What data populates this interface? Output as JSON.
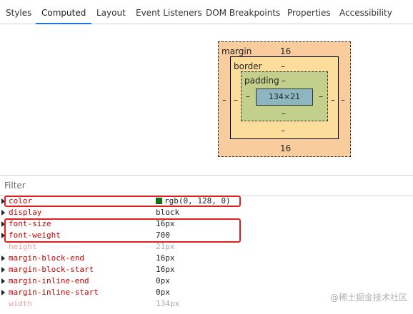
{
  "tabs": [
    {
      "label": "Styles",
      "active": false
    },
    {
      "label": "Computed",
      "active": true
    },
    {
      "label": "Layout",
      "active": false
    },
    {
      "label": "Event Listeners",
      "active": false
    },
    {
      "label": "DOM Breakpoints",
      "active": false
    },
    {
      "label": "Properties",
      "active": false
    },
    {
      "label": "Accessibility",
      "active": false
    }
  ],
  "box_model": {
    "margin_label": "margin",
    "margin_top": "16",
    "margin_bottom": "16",
    "margin_left": "–",
    "margin_right": "–",
    "border_label": "border",
    "border_top": "–",
    "border_bottom": "–",
    "border_left": "–",
    "border_right": "–",
    "padding_label": "padding",
    "padding_top": "–",
    "padding_bottom": "–",
    "padding_left": "–",
    "padding_right": "–",
    "content_size": "134×21",
    "colors": {
      "margin": "#f9cc9d",
      "border": "#fddd9b",
      "padding": "#c3d08b",
      "content": "#8cb6c0"
    }
  },
  "filter": {
    "placeholder": "Filter",
    "value": ""
  },
  "properties": [
    {
      "name": "color",
      "value": "rgb(0, 128, 0)",
      "swatch": "#008000",
      "expandable": true,
      "faded": false
    },
    {
      "name": "display",
      "value": "block",
      "expandable": true,
      "faded": false
    },
    {
      "name": "font-size",
      "value": "16px",
      "expandable": true,
      "faded": false
    },
    {
      "name": "font-weight",
      "value": "700",
      "expandable": true,
      "faded": false
    },
    {
      "name": "height",
      "value": "21px",
      "expandable": false,
      "faded": true
    },
    {
      "name": "margin-block-end",
      "value": "16px",
      "expandable": true,
      "faded": false
    },
    {
      "name": "margin-block-start",
      "value": "16px",
      "expandable": true,
      "faded": false
    },
    {
      "name": "margin-inline-end",
      "value": "0px",
      "expandable": true,
      "faded": false
    },
    {
      "name": "margin-inline-start",
      "value": "0px",
      "expandable": true,
      "faded": false
    },
    {
      "name": "width",
      "value": "134px",
      "expandable": false,
      "faded": true
    }
  ],
  "highlight_color": "#e0201e",
  "watermark": "@稀土掘金技术社区"
}
